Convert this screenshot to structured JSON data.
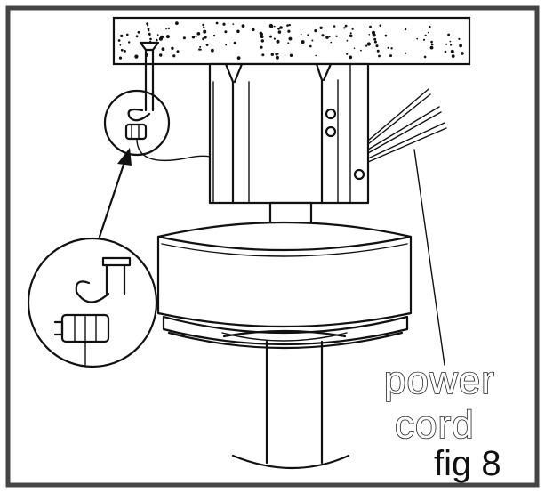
{
  "labels": {
    "power_cord": [
      "power",
      "cord"
    ],
    "figure": "fig 8"
  },
  "colors": {
    "line": "#111111",
    "background": "#ffffff",
    "border": "#444444"
  },
  "icons": {
    "hanger_hook": "hook-icon",
    "safety_clip": "clip-icon"
  }
}
